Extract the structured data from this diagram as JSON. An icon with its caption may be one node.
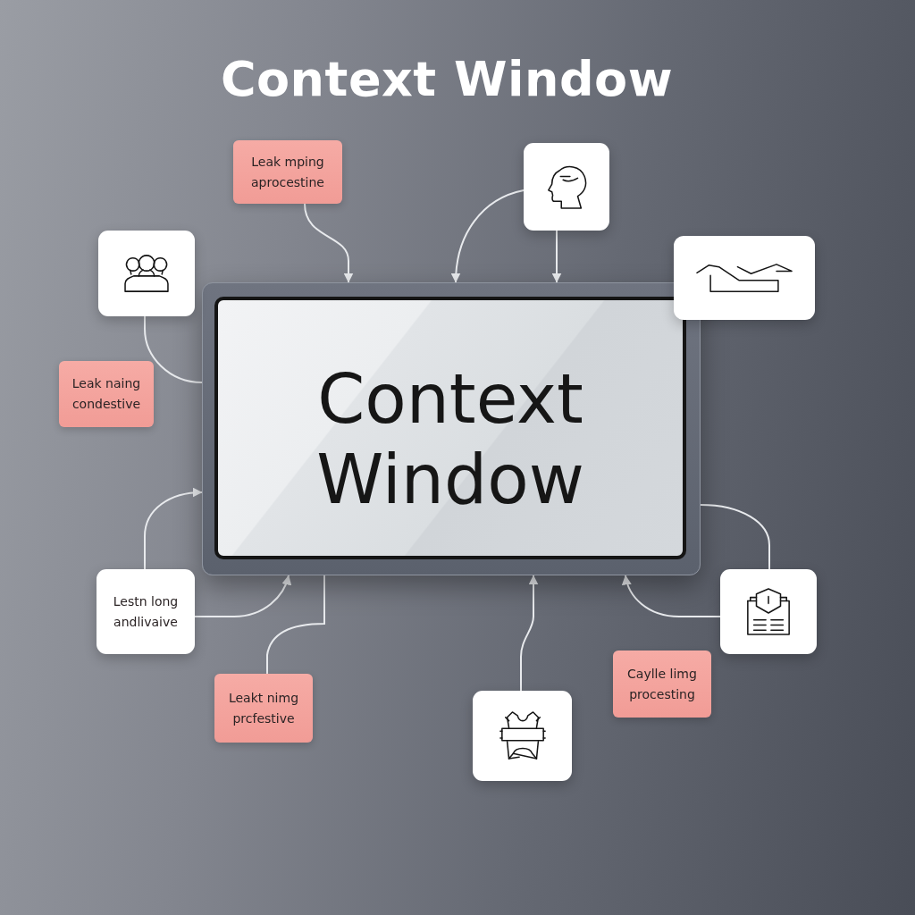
{
  "diagram": {
    "title": "Context Window",
    "nodes": [
      {
        "text": [
          "Leak mping aprocestine"
        ]
      },
      {
        "text": [],
        "shape": "picture"
      },
      {
        "text": [],
        "shape": "picture"
      },
      {
        "text": [],
        "shape": "picture"
      },
      {
        "text": [
          "Context Window"
        ]
      },
      {
        "text": [
          "Leak naing condestive"
        ]
      },
      {
        "text": [
          "Lestn long andlivaive"
        ]
      },
      {
        "text": [],
        "shape": "picture"
      },
      {
        "text": [
          "Caylle limg procesting"
        ]
      },
      {
        "text": [
          "Leakt nimg prcfestive"
        ]
      },
      {
        "text": [],
        "shape": "picture"
      }
    ],
    "edges": [
      {
        "from": 0,
        "to": 4,
        "arrow": "to"
      },
      {
        "from": 1,
        "to": 4,
        "arrow": "to"
      },
      {
        "from": 1,
        "to": 4,
        "arrow": "to"
      },
      {
        "from": 2,
        "to": 4,
        "arrow": "none"
      },
      {
        "from": 6,
        "to": 4,
        "arrow": "to"
      },
      {
        "from": 6,
        "to": 4,
        "arrow": "to"
      },
      {
        "from": 9,
        "to": 4,
        "arrow": "none"
      },
      {
        "from": 10,
        "to": 4,
        "arrow": "to"
      },
      {
        "from": 7,
        "to": 4,
        "arrow": "to"
      },
      {
        "from": 7,
        "to": 4,
        "arrow": "none"
      }
    ]
  }
}
